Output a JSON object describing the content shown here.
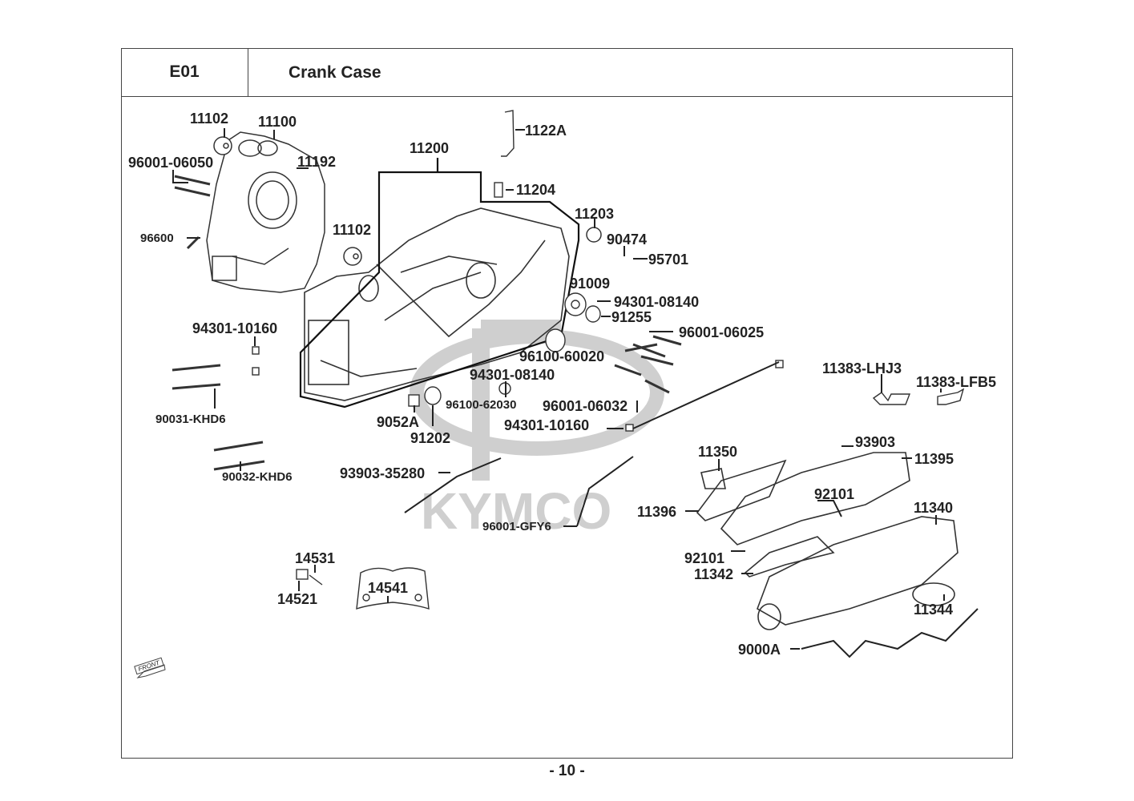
{
  "header": {
    "section_code": "E01",
    "title": "Crank Case"
  },
  "watermark": "KYMCO",
  "orientation_marker": "FRONT",
  "page_number": "- 10 -",
  "parts": [
    {
      "id": "p1",
      "number": "11102"
    },
    {
      "id": "p2",
      "number": "11100"
    },
    {
      "id": "p3",
      "number": "96001-06050"
    },
    {
      "id": "p4",
      "number": "11192"
    },
    {
      "id": "p5",
      "number": "11200"
    },
    {
      "id": "p6",
      "number": "1122A"
    },
    {
      "id": "p7",
      "number": "11204"
    },
    {
      "id": "p8",
      "number": "11102"
    },
    {
      "id": "p9",
      "number": "96600"
    },
    {
      "id": "p10",
      "number": "11203"
    },
    {
      "id": "p11",
      "number": "90474"
    },
    {
      "id": "p12",
      "number": "95701"
    },
    {
      "id": "p13",
      "number": "91009"
    },
    {
      "id": "p14",
      "number": "94301-08140"
    },
    {
      "id": "p15",
      "number": "91255"
    },
    {
      "id": "p16",
      "number": "96001-06025"
    },
    {
      "id": "p17",
      "number": "94301-10160"
    },
    {
      "id": "p18",
      "number": "96100-60020"
    },
    {
      "id": "p19",
      "number": "94301-08140"
    },
    {
      "id": "p20",
      "number": "96100-62030"
    },
    {
      "id": "p21",
      "number": "96001-06032"
    },
    {
      "id": "p22",
      "number": "9052A"
    },
    {
      "id": "p23",
      "number": "91202"
    },
    {
      "id": "p24",
      "number": "94301-10160"
    },
    {
      "id": "p25",
      "number": "90031-KHD6"
    },
    {
      "id": "p26",
      "number": "90032-KHD6"
    },
    {
      "id": "p27",
      "number": "11383-LHJ3"
    },
    {
      "id": "p28",
      "number": "11383-LFB5"
    },
    {
      "id": "p29",
      "number": "11350"
    },
    {
      "id": "p30",
      "number": "93903"
    },
    {
      "id": "p31",
      "number": "11395"
    },
    {
      "id": "p32",
      "number": "93903-35280"
    },
    {
      "id": "p33",
      "number": "92101"
    },
    {
      "id": "p34",
      "number": "11396"
    },
    {
      "id": "p35",
      "number": "11340"
    },
    {
      "id": "p36",
      "number": "96001-GFY6"
    },
    {
      "id": "p37",
      "number": "92101"
    },
    {
      "id": "p38",
      "number": "11342"
    },
    {
      "id": "p39",
      "number": "14531"
    },
    {
      "id": "p40",
      "number": "14541"
    },
    {
      "id": "p41",
      "number": "14521"
    },
    {
      "id": "p42",
      "number": "11344"
    },
    {
      "id": "p43",
      "number": "9000A"
    }
  ]
}
